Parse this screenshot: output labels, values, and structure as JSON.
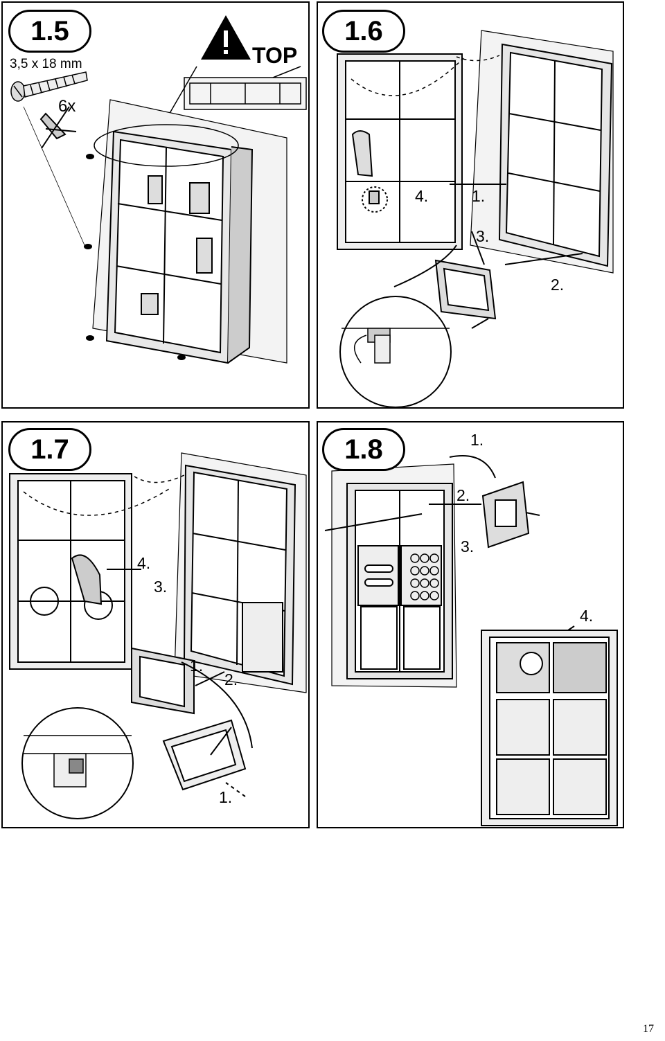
{
  "panels": {
    "p15": {
      "step": "1.5",
      "screw_size": "3,5 x 18 mm",
      "quantity": "6x",
      "warning_label": "TOP"
    },
    "p16": {
      "step": "1.6",
      "labels": [
        "1.",
        "2.",
        "3.",
        "4."
      ]
    },
    "p17": {
      "step": "1.7",
      "labels": [
        "1.",
        "2.",
        "3.",
        "4.",
        "1."
      ]
    },
    "p18": {
      "step": "1.8",
      "labels": [
        "1.",
        "2.",
        "3.",
        "4."
      ]
    }
  },
  "page_number": "17"
}
